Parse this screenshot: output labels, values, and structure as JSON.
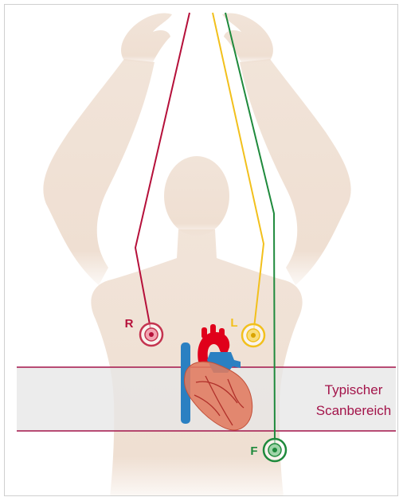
{
  "electrodes": {
    "R": {
      "label": "R",
      "color": "#b5103a"
    },
    "L": {
      "label": "L",
      "color": "#f2c01c"
    },
    "F": {
      "label": "F",
      "color": "#1f8a3c"
    }
  },
  "scan_region": {
    "line1": "Typischer",
    "line2": "Scanbereich",
    "color": "#a3144a",
    "fill": "#e7e7e7"
  },
  "body_color": "#efdfd2",
  "heart": {
    "muscle_color": "#e07a5f",
    "aorta_color": "#e0001b",
    "vein_color": "#2b80c2"
  }
}
